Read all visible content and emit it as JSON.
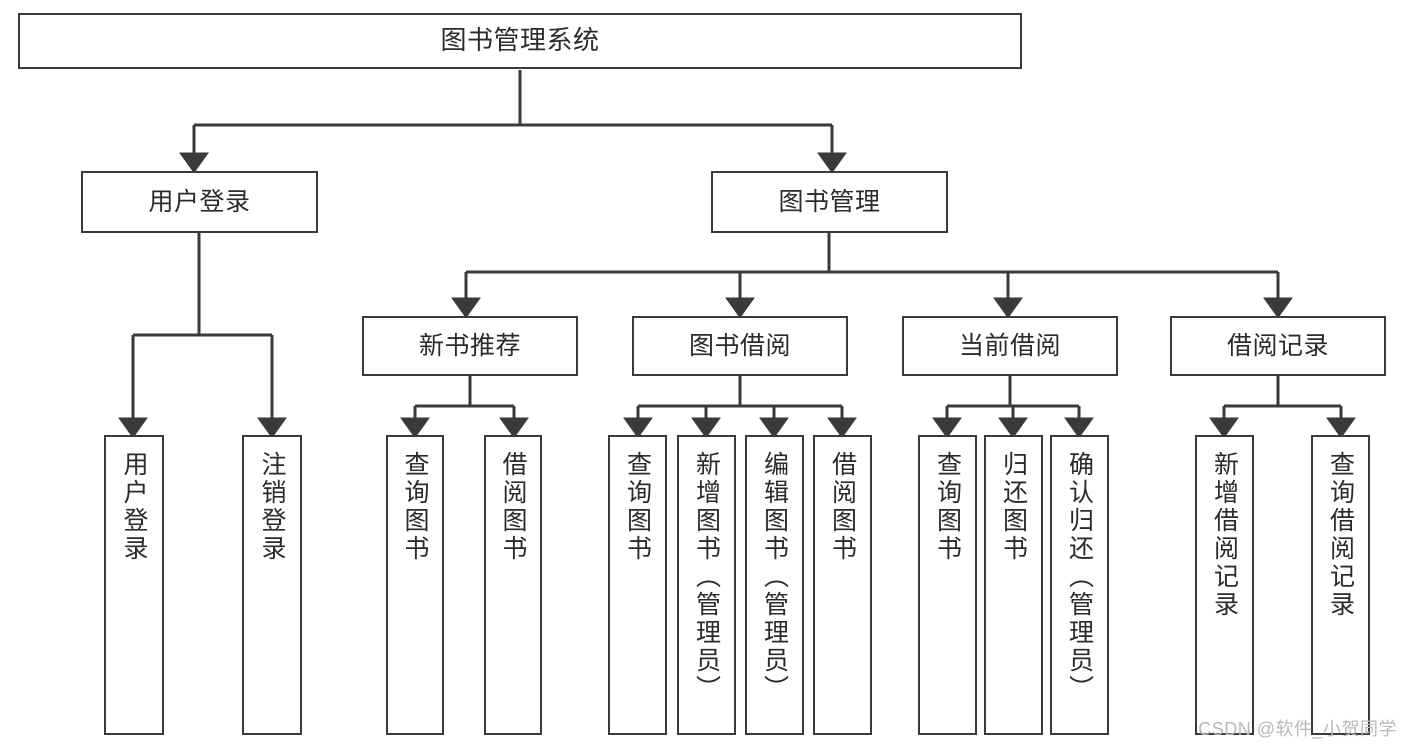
{
  "diagram": {
    "title": "图书管理系统",
    "type": "hierarchy-tree",
    "watermark": "CSDN @软件_小贺同学",
    "colors": {
      "stroke": "#3a3a3a",
      "text": "#2b2b2b",
      "background": "#ffffff",
      "watermark": "#b9b9b9"
    },
    "nodes": {
      "root": {
        "label": "图书管理系统",
        "level": 1
      },
      "level2": [
        {
          "id": "user-login",
          "label": "用户登录"
        },
        {
          "id": "book-management",
          "label": "图书管理"
        }
      ],
      "level3": [
        {
          "id": "new-book-recommend",
          "label": "新书推荐",
          "parent": "book-management"
        },
        {
          "id": "book-borrow",
          "label": "图书借阅",
          "parent": "book-management"
        },
        {
          "id": "current-borrow",
          "label": "当前借阅",
          "parent": "book-management"
        },
        {
          "id": "borrow-record",
          "label": "借阅记录",
          "parent": "book-management"
        }
      ],
      "leaves": [
        {
          "id": "leaf-user-login",
          "label": "用户登录",
          "parent": "user-login"
        },
        {
          "id": "leaf-logout-login",
          "label": "注销登录",
          "parent": "user-login"
        },
        {
          "id": "leaf-query-book-1",
          "label": "查询图书",
          "parent": "new-book-recommend"
        },
        {
          "id": "leaf-borrow-book-1",
          "label": "借阅图书",
          "parent": "new-book-recommend"
        },
        {
          "id": "leaf-query-book-2",
          "label": "查询图书",
          "parent": "book-borrow"
        },
        {
          "id": "leaf-add-book",
          "label": "新增图书（管理员）",
          "parent": "book-borrow"
        },
        {
          "id": "leaf-edit-book",
          "label": "编辑图书（管理员）",
          "parent": "book-borrow"
        },
        {
          "id": "leaf-borrow-book-2",
          "label": "借阅图书",
          "parent": "book-borrow"
        },
        {
          "id": "leaf-query-book-3",
          "label": "查询图书",
          "parent": "current-borrow"
        },
        {
          "id": "leaf-return-book",
          "label": "归还图书",
          "parent": "current-borrow"
        },
        {
          "id": "leaf-confirm-return",
          "label": "确认归还（管理员）",
          "parent": "current-borrow"
        },
        {
          "id": "leaf-add-borrow-record",
          "label": "新增借阅记录",
          "parent": "borrow-record"
        },
        {
          "id": "leaf-query-borrow-record",
          "label": "查询借阅记录",
          "parent": "borrow-record"
        }
      ]
    }
  }
}
